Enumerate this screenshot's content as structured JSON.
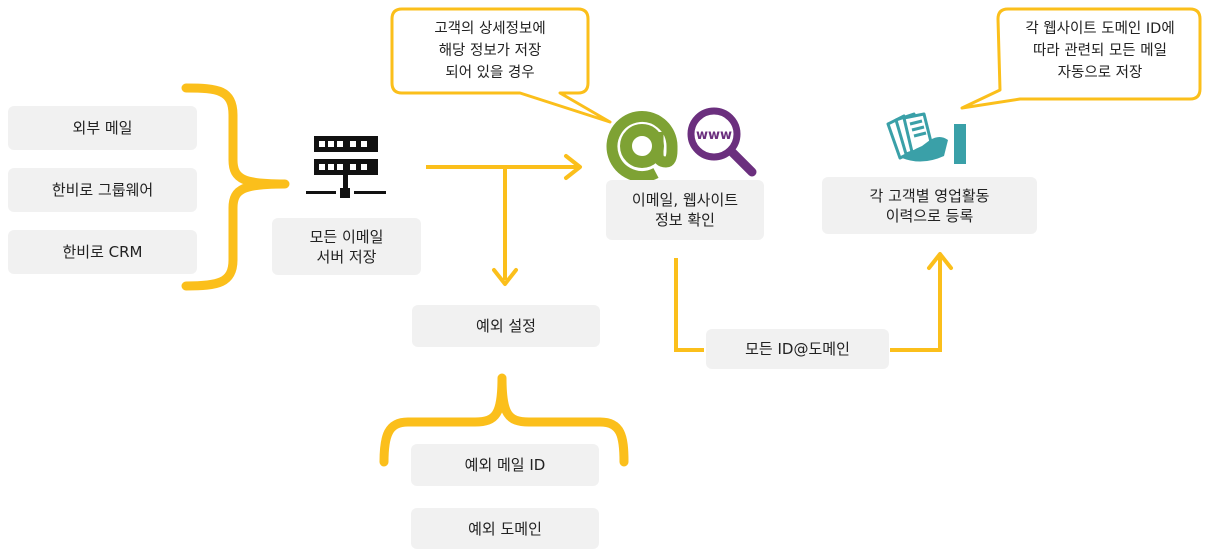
{
  "colors": {
    "accent": "#fbbf1b",
    "at_green": "#7ea234",
    "www_purple": "#6b2f7e",
    "teal": "#3aa0a8",
    "box_bg": "#f1f1f1"
  },
  "sources": [
    "외부 메일",
    "한비로 그룹웨어",
    "한비로 CRM"
  ],
  "server_label": "모든 이메일\n서버 저장",
  "exception": {
    "title": "예외 설정",
    "items": [
      "예외 메일 ID",
      "예외 도메인"
    ]
  },
  "check_label": "이메일, 웹사이트\n정보 확인",
  "bubble_left": "고객의 상세정보에\n해당 정보가 저장\n되어 있을 경우",
  "bubble_right": "각 웹사이트 도메인 ID에\n따라 관련되 모든 메일\n자동으로 저장",
  "all_id_domain": "모든 ID@도메인",
  "register_label": "각 고객별 영업활동\n이력으로 등록",
  "icons": [
    "server-icon",
    "at-sign-icon",
    "www-magnifier-icon",
    "documents-in-hand-icon"
  ],
  "www_text": "www"
}
